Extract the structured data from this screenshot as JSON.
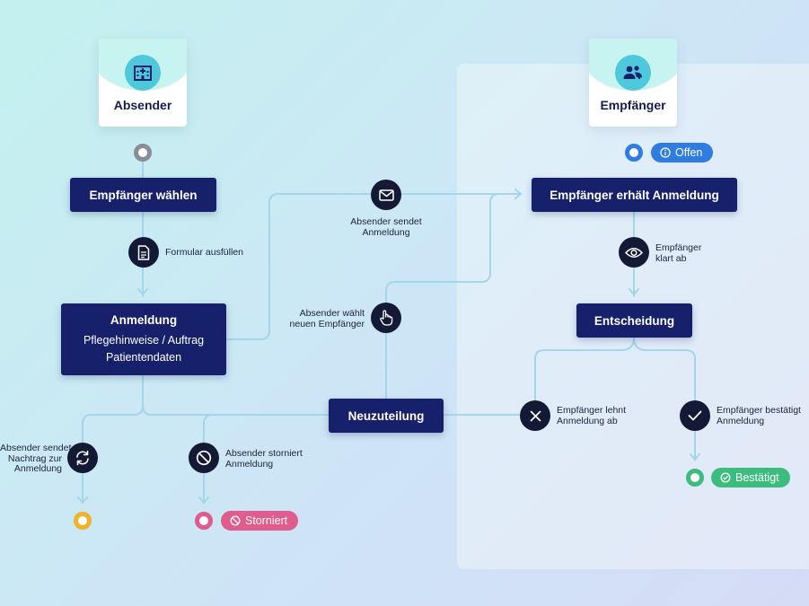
{
  "actors": {
    "sender": {
      "label": "Absender",
      "icon": "hospital-icon"
    },
    "receiver": {
      "label": "Empfänger",
      "icon": "users-icon"
    }
  },
  "boxes": {
    "choose": "Empfänger wählen",
    "registration_title": "Anmeldung",
    "registration_sub1": "Pflegehinweise / Auftrag",
    "registration_sub2": "Patientendaten",
    "receives": "Empfänger erhält Anmeldung",
    "decision": "Entscheidung",
    "reassign": "Neuzuteilung"
  },
  "actions": {
    "fill_form": "Formular ausfüllen",
    "send_l1": "Absender sendet",
    "send_l2": "Anmeldung",
    "pick_l1": "Absender wählt",
    "pick_l2": "neuen Empfänger",
    "clarify_l1": "Empfänger",
    "clarify_l2": "klart ab",
    "reject_l1": "Empfänger lehnt",
    "reject_l2": "Anmeldung ab",
    "confirm_l1": "Empfänger bestätigt",
    "confirm_l2": "Anmeldung",
    "addendum_l1": "Absender sendet",
    "addendum_l2": "Nachtrag zur",
    "addendum_l3": "Anmeldung",
    "cancel_l1": "Absender storniert",
    "cancel_l2": "Anmeldung"
  },
  "states": {
    "open": {
      "label": "Offen",
      "color": "#2f7de1"
    },
    "cancelled": {
      "label": "Storniert",
      "color": "#e05c8c"
    },
    "confirmed": {
      "label": "Bestätigt",
      "color": "#3dbd7d"
    },
    "start_color": "#8a8d97",
    "addendum_color": "#f0b12b"
  },
  "colors": {
    "box": "#16206b",
    "line": "#a4d6ea",
    "icon_bg": "#141a35"
  }
}
